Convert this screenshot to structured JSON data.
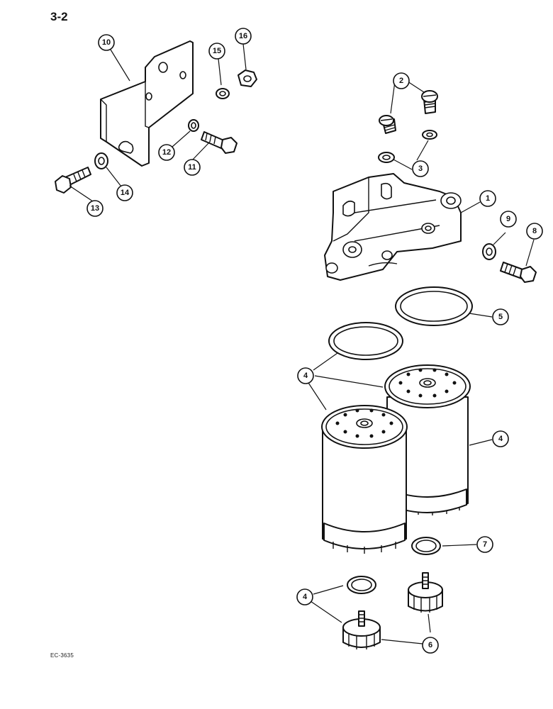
{
  "page": {
    "page_number": "3-2",
    "reference_code": "EC-3635"
  },
  "callouts": {
    "c1": "1",
    "c2": "2",
    "c3": "3",
    "c4": "4",
    "c5": "5",
    "c6": "6",
    "c7": "7",
    "c8": "8",
    "c9": "9",
    "c10": "10",
    "c11": "11",
    "c12": "12",
    "c13": "13",
    "c14": "14",
    "c15": "15",
    "c16": "16"
  },
  "colors": {
    "line": "#111111",
    "background": "#ffffff"
  }
}
